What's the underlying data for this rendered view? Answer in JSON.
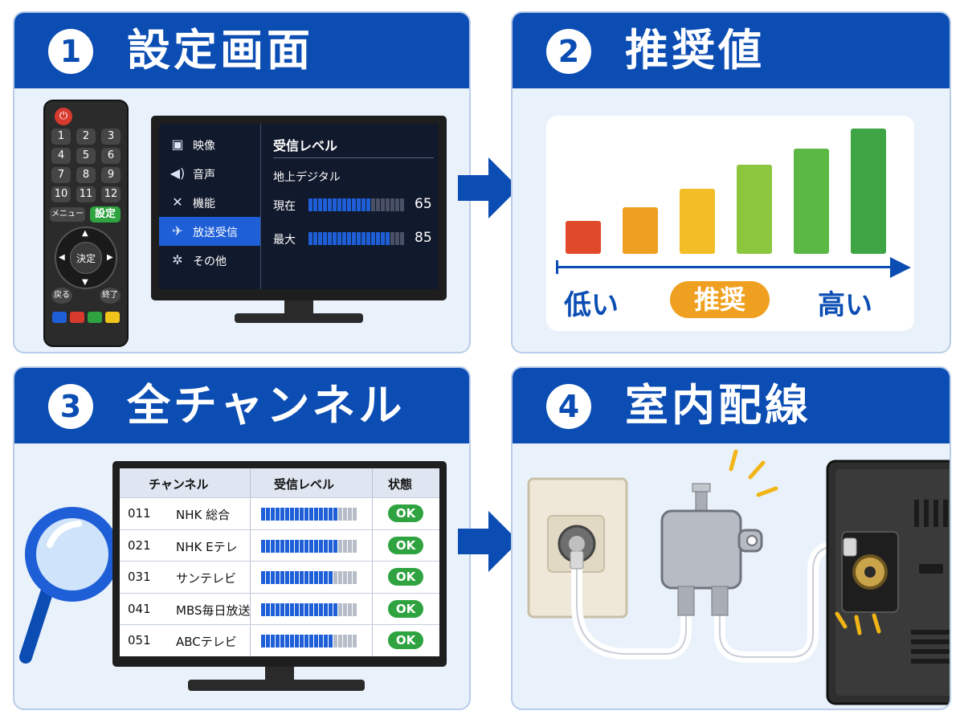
{
  "panels": [
    {
      "number": "1",
      "title": "設定画面"
    },
    {
      "number": "2",
      "title": "推奨値"
    },
    {
      "number": "3",
      "title": "全チャンネル"
    },
    {
      "number": "4",
      "title": "室内配線"
    }
  ],
  "remote": {
    "digits": [
      "1",
      "2",
      "3",
      "4",
      "5",
      "6",
      "7",
      "8",
      "9",
      "10",
      "11",
      "12"
    ],
    "menu_label": "メニュー",
    "settings_label": "設定",
    "ok_label": "決定",
    "back_label": "戻る",
    "exit_label": "終了",
    "color_buttons": [
      "#1e5fd8",
      "#d83a2e",
      "#2ea33f",
      "#f0c419"
    ]
  },
  "tv_menu": {
    "items": [
      {
        "label": "映像",
        "icon": "image-icon"
      },
      {
        "label": "音声",
        "icon": "speaker-icon"
      },
      {
        "label": "機能",
        "icon": "tools-icon"
      },
      {
        "label": "放送受信",
        "icon": "satellite-icon"
      },
      {
        "label": "その他",
        "icon": "gear-icon"
      }
    ],
    "selected_index": 3,
    "heading": "受信レベル",
    "subheading": "地上デジタル",
    "rows": [
      {
        "label": "現在",
        "value": "65",
        "level": 0.65
      },
      {
        "label": "最大",
        "value": "85",
        "level": 0.85
      }
    ]
  },
  "recommend": {
    "low_label": "低い",
    "recommended_label": "推奨",
    "high_label": "高い",
    "bar_levels": [
      0.26,
      0.37,
      0.52,
      0.71,
      0.84,
      1.0
    ],
    "bar_colors": [
      "#e04a2a",
      "#f0a020",
      "#f2bd26",
      "#8cc63f",
      "#5cb845",
      "#3ea544"
    ]
  },
  "channels": {
    "headers": [
      "チャンネル",
      "受信レベル",
      "状態"
    ],
    "rows": [
      {
        "number": "011",
        "name": "NHK 総合",
        "level": 0.8,
        "status": "OK"
      },
      {
        "number": "021",
        "name": "NHK Eテレ",
        "level": 0.8,
        "status": "OK"
      },
      {
        "number": "031",
        "name": "サンテレビ",
        "level": 0.75,
        "status": "OK"
      },
      {
        "number": "041",
        "name": "MBS毎日放送",
        "level": 0.8,
        "status": "OK"
      },
      {
        "number": "051",
        "name": "ABCテレビ",
        "level": 0.75,
        "status": "OK"
      }
    ]
  },
  "colors": {
    "header_blue": "#0b4db3",
    "bar_blue": "#1e5fd8",
    "bar_gray": "#b6bcc8",
    "ok_green": "#2ea33f",
    "highlight_orange": "#f0a020"
  }
}
